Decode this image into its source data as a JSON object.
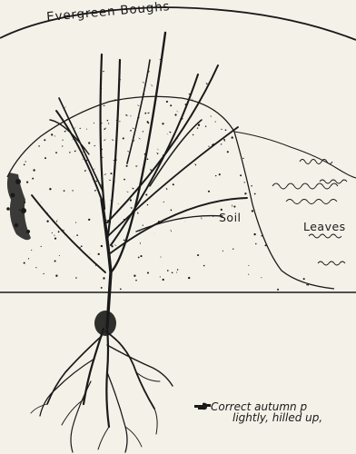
{
  "labels": {
    "boughs": "Evergreen Boughs",
    "soil": "Soil",
    "leaves": "Leaves"
  },
  "caption": {
    "line1": "Correct autumn p",
    "line2": "lightly, hilled up,"
  },
  "colors": {
    "ink": "#1a1a1a",
    "paper": "#f4f1e8"
  },
  "icons": {
    "pointer": "pointing-hand-icon"
  }
}
